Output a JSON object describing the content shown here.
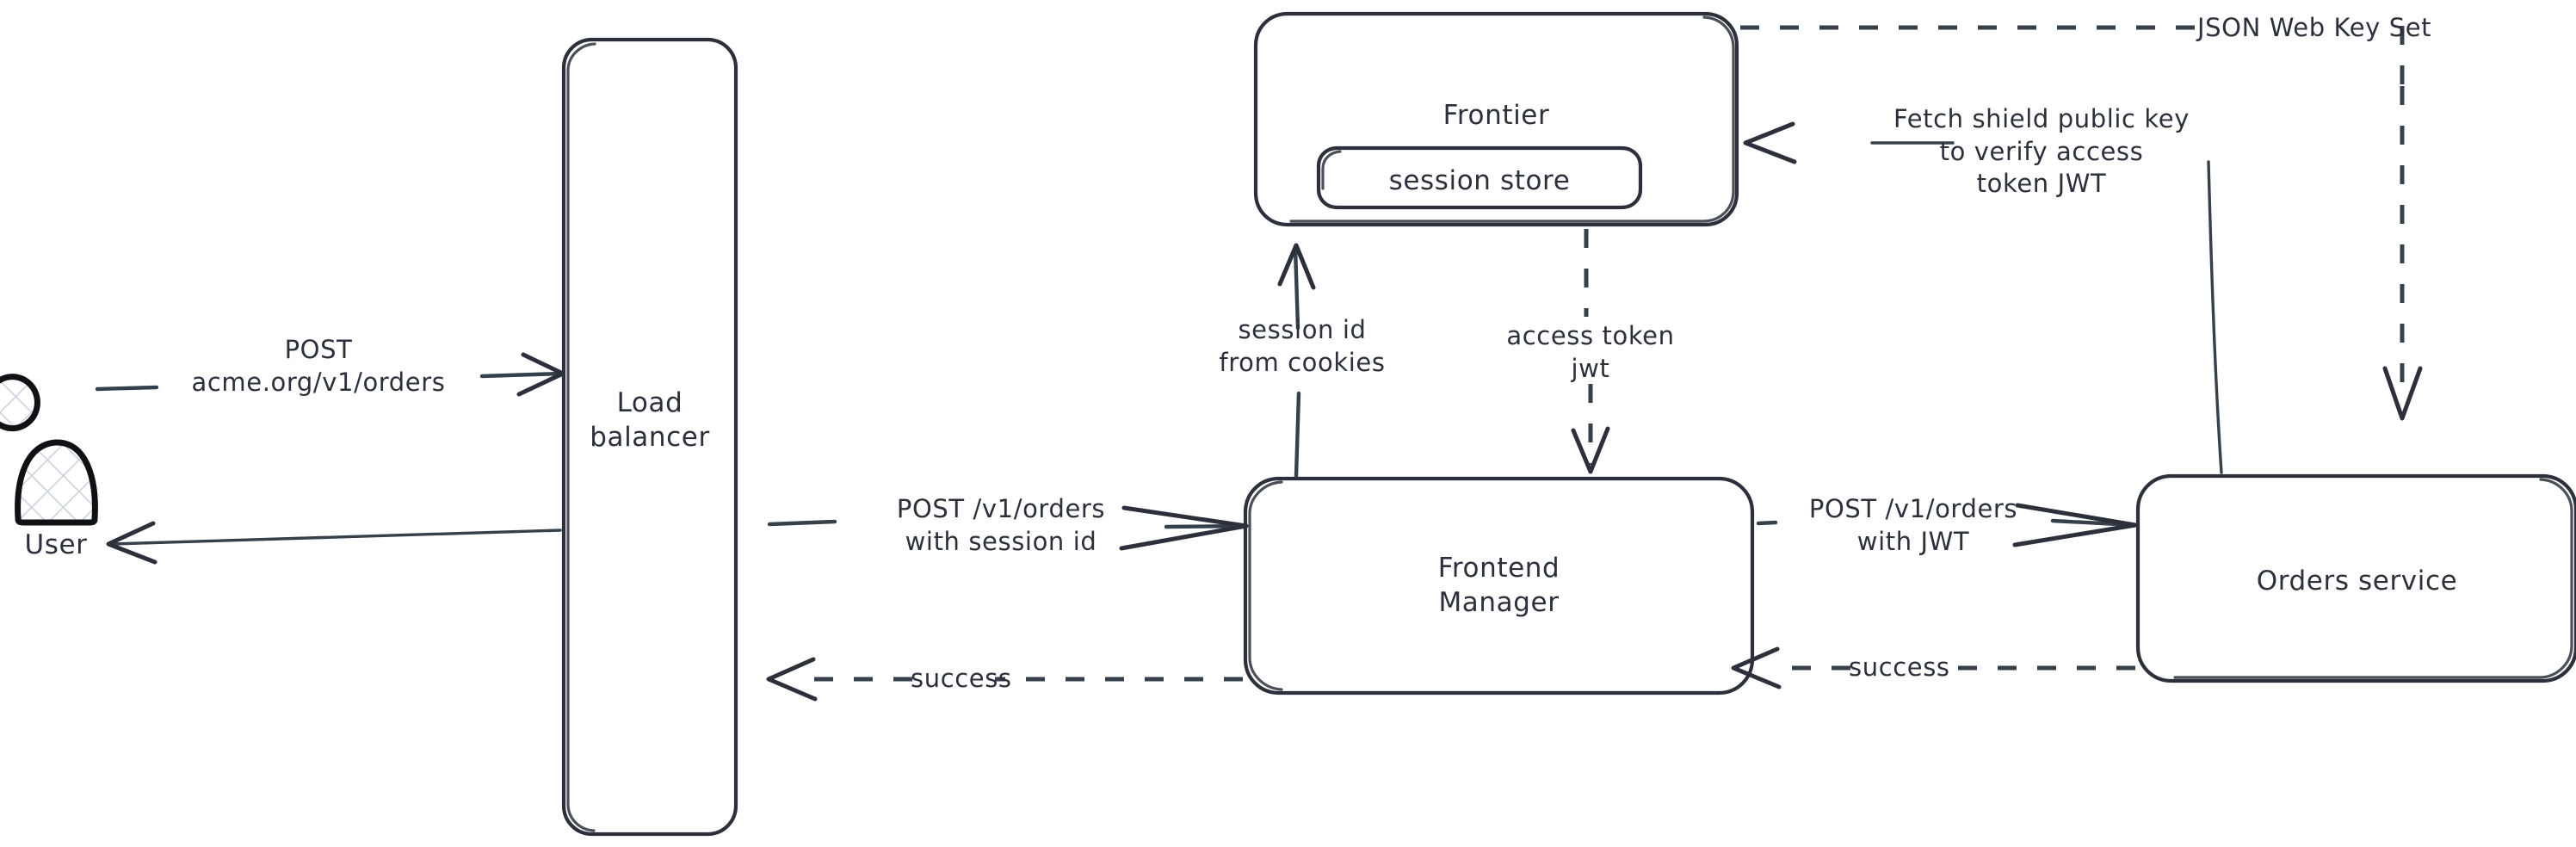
{
  "diagram": {
    "title": "Auth flow: session id to JWT exchange",
    "background_color": "#ffffff",
    "stroke_color": "#2b303a",
    "style": "hand-drawn"
  },
  "nodes": {
    "user": {
      "label": "User",
      "icon": "user-person-icon"
    },
    "load_balancer": {
      "label": "Load\nbalancer"
    },
    "frontier": {
      "label": "Frontier",
      "inner": {
        "label": "session store"
      }
    },
    "frontend_manager": {
      "label": "Frontend\nManager"
    },
    "orders_service": {
      "label": "Orders service"
    }
  },
  "edges": {
    "user_to_lb": {
      "label": "POST\nacme.org/v1/orders",
      "style": "solid",
      "direction": "right"
    },
    "lb_to_user": {
      "label": "",
      "style": "solid",
      "direction": "left"
    },
    "lb_to_fm": {
      "label": "POST /v1/orders\nwith session id",
      "style": "solid",
      "direction": "right"
    },
    "fm_to_lb": {
      "label": "success",
      "style": "dashed",
      "direction": "left"
    },
    "fm_to_frontier": {
      "label": "session id\nfrom cookies",
      "style": "solid",
      "direction": "up"
    },
    "frontier_to_fm": {
      "label": "access token\njwt",
      "style": "dashed",
      "direction": "down"
    },
    "fm_to_orders": {
      "label": "POST /v1/orders\nwith JWT",
      "style": "solid",
      "direction": "right"
    },
    "orders_to_fm": {
      "label": "success",
      "style": "dashed",
      "direction": "left"
    },
    "orders_to_frontier": {
      "label": "Fetch shield public key\nto verify access\ntoken JWT",
      "style": "solid",
      "direction": "left"
    },
    "frontier_to_orders_jwks": {
      "label": "JSON Web Key Set",
      "style": "dashed",
      "direction": "down"
    }
  }
}
